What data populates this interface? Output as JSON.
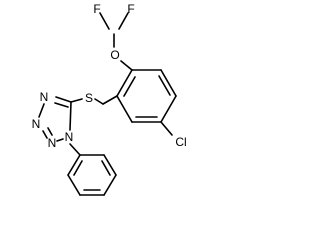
{
  "molecule": {
    "atoms": [
      {
        "id": "F1",
        "label": "F",
        "color": "#000000"
      },
      {
        "id": "F2",
        "label": "F",
        "color": "#000000"
      },
      {
        "id": "O1",
        "label": "O",
        "color": "#000000"
      },
      {
        "id": "S1",
        "label": "S",
        "color": "#000000"
      },
      {
        "id": "Cl1",
        "label": "Cl",
        "color": "#000000"
      },
      {
        "id": "N1",
        "label": "N",
        "color": "#000000"
      },
      {
        "id": "N2",
        "label": "N",
        "color": "#000000"
      },
      {
        "id": "N3",
        "label": "N",
        "color": "#000000"
      },
      {
        "id": "N4",
        "label": "N",
        "color": "#000000"
      }
    ]
  }
}
